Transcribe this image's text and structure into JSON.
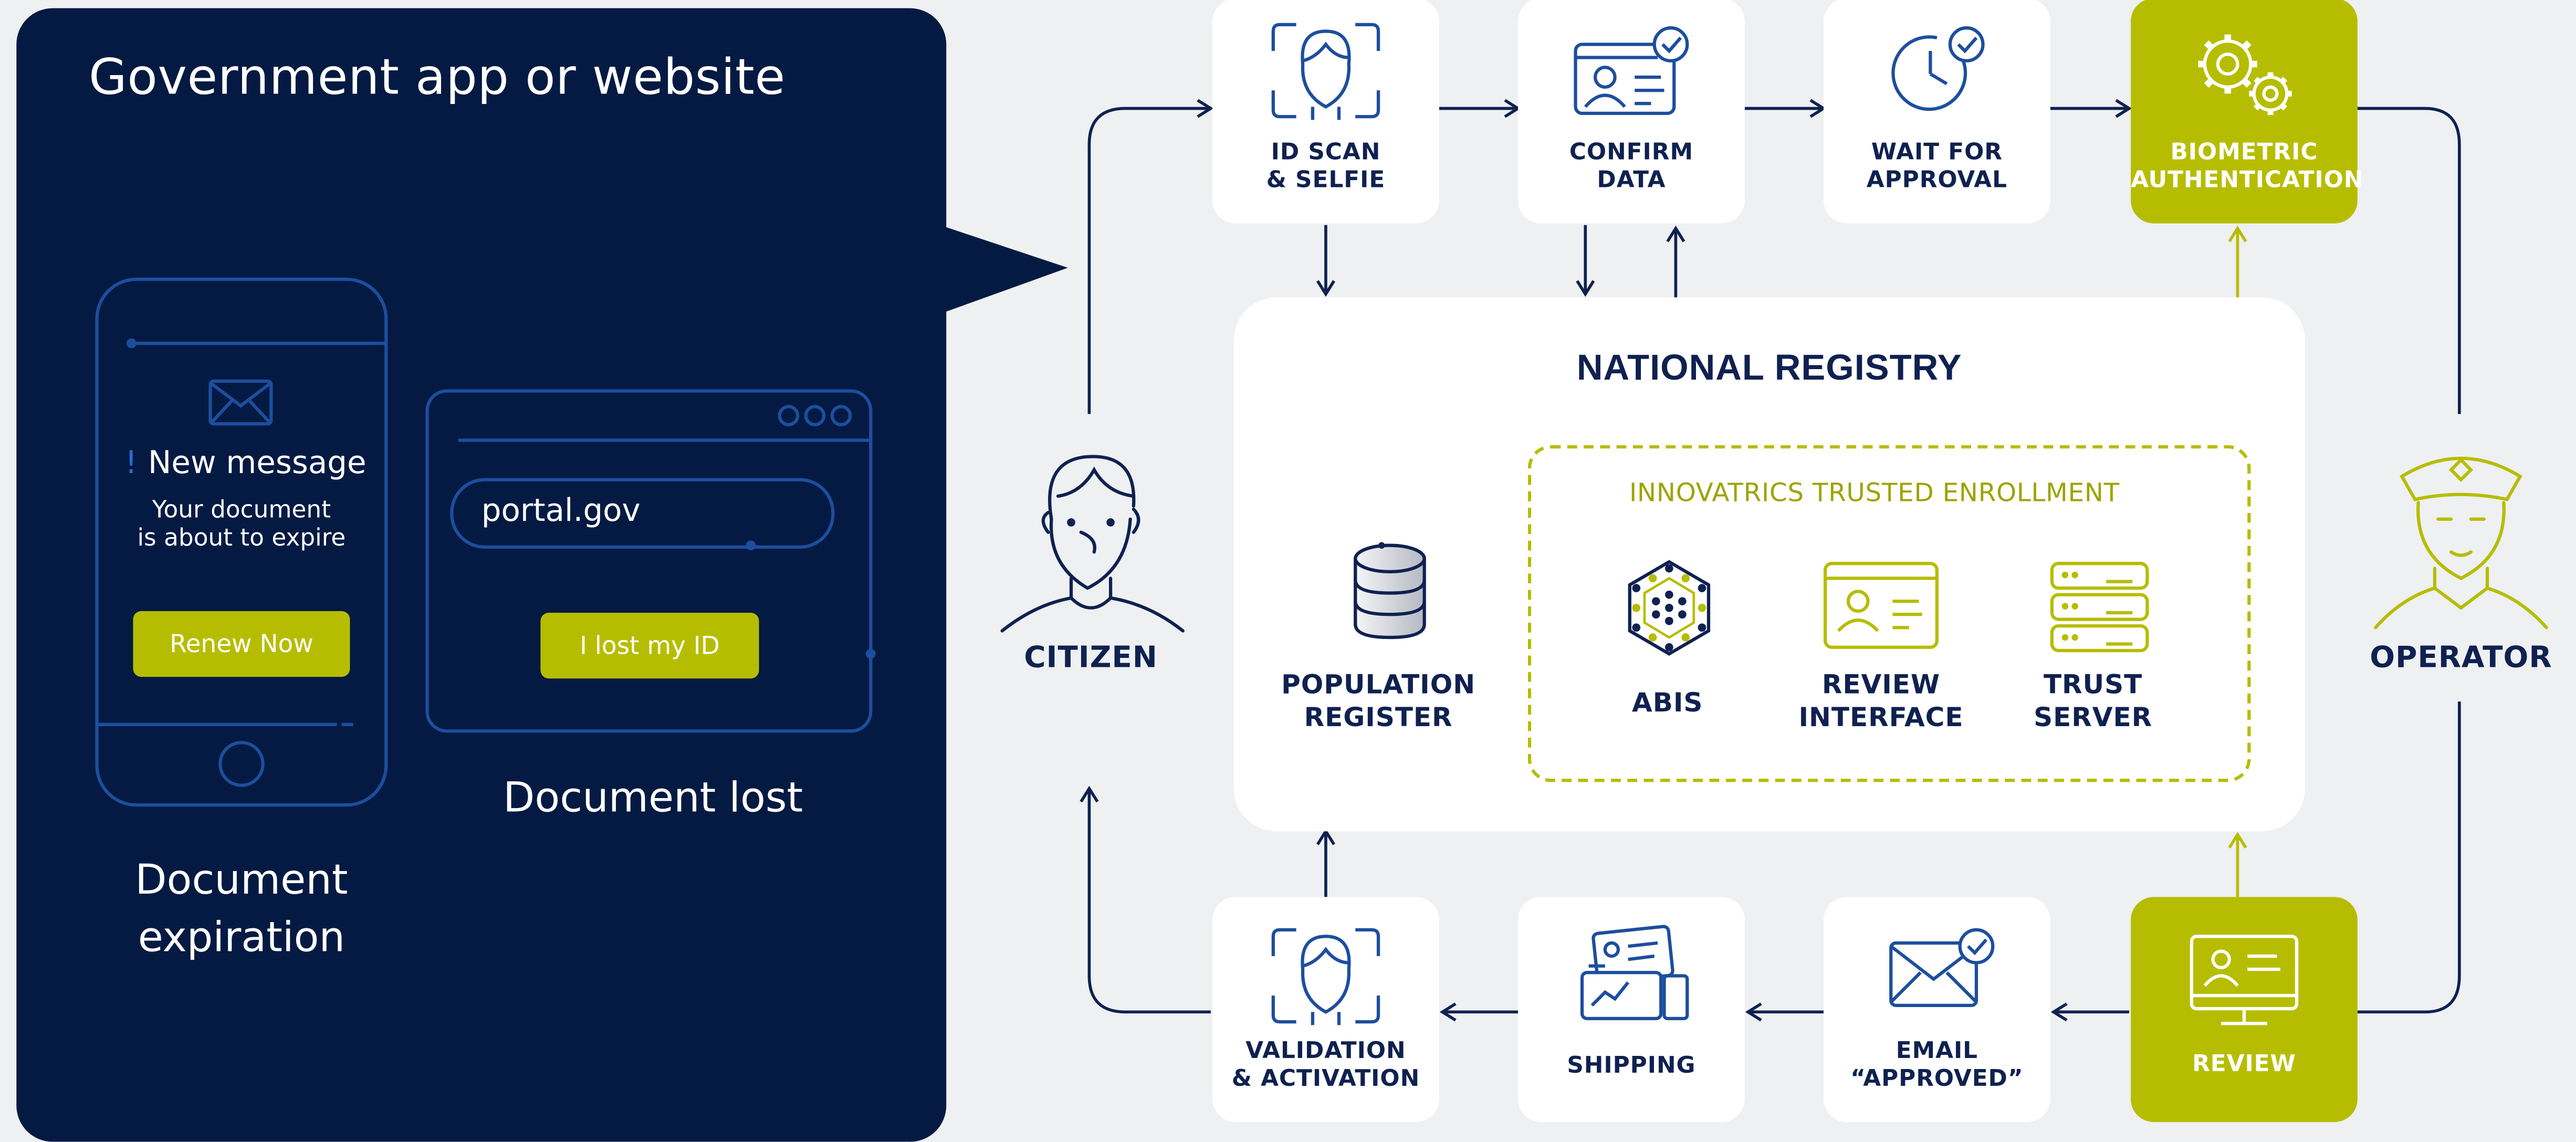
{
  "panel": {
    "title": "Government app or website",
    "phone": {
      "alert_mark": "!",
      "message_title": "New message",
      "message_body": "Your document\nis about to expire",
      "button_label": "Renew Now",
      "caption": "Document\nexpiration"
    },
    "browser": {
      "url": "portal.gov",
      "button_label": "I lost my ID",
      "caption": "Document lost"
    }
  },
  "flow": {
    "top_steps": [
      {
        "label": "ID SCAN\n& SELFIE",
        "icon": "face-scan-icon"
      },
      {
        "label": "CONFIRM\nDATA",
        "icon": "id-card-check-icon"
      },
      {
        "label": "WAIT FOR\nAPPROVAL",
        "icon": "clock-check-icon"
      },
      {
        "label": "BIOMETRIC\nAUTHENTICATION",
        "icon": "gears-icon"
      }
    ],
    "bottom_steps": [
      {
        "label": "VALIDATION\n& ACTIVATION",
        "icon": "face-scan-icon"
      },
      {
        "label": "SHIPPING",
        "icon": "id-cards-box-icon"
      },
      {
        "label": "EMAIL\n“APPROVED”",
        "icon": "envelope-check-icon"
      },
      {
        "label": "REVIEW",
        "icon": "monitor-profile-icon"
      }
    ]
  },
  "registry": {
    "title": "NATIONAL REGISTRY",
    "population_label": "POPULATION\nREGISTER",
    "enrollment_title": "INNOVATRICS TRUSTED ENROLLMENT",
    "components": [
      {
        "label": "ABIS",
        "icon": "hexagon-dots-icon"
      },
      {
        "label": "REVIEW\nINTERFACE",
        "icon": "id-card-icon"
      },
      {
        "label": "TRUST\nSERVER",
        "icon": "server-icon"
      }
    ]
  },
  "actors": {
    "citizen": "CITIZEN",
    "operator": "OPERATOR"
  },
  "colors": {
    "navy": "#041a42",
    "ink": "#0f2150",
    "accent": "#b6bd00",
    "line_blue": "#1d4e9e",
    "background": "#eef0f2"
  }
}
